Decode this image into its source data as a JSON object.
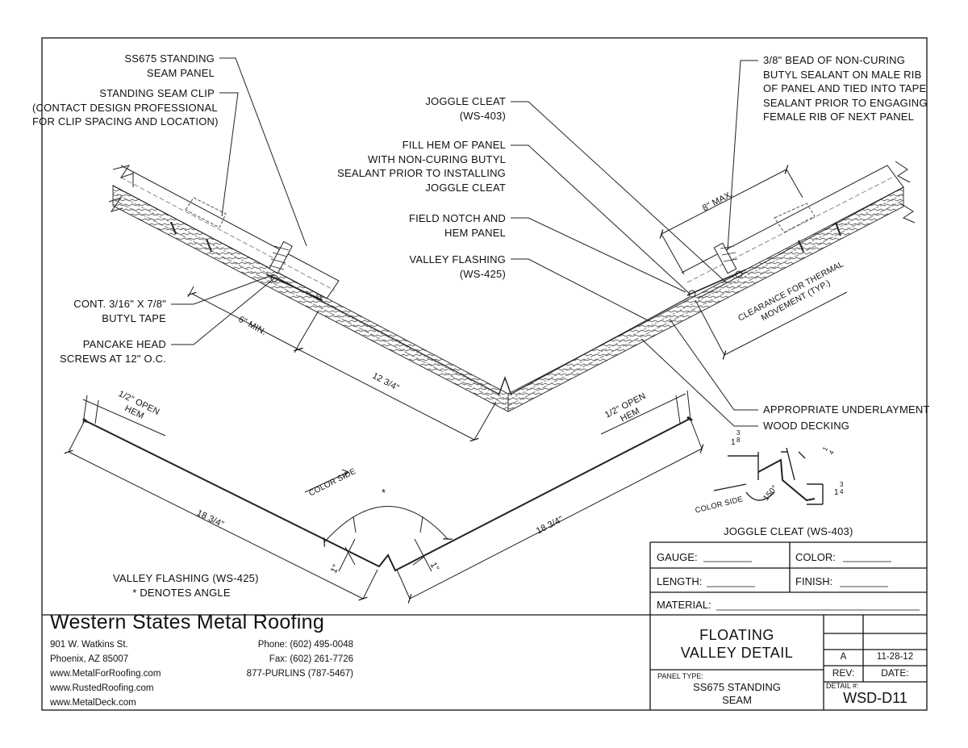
{
  "labels": {
    "ss675_panel": "SS675 STANDING\nSEAM PANEL",
    "clip": "STANDING SEAM CLIP\n(CONTACT DESIGN PROFESSIONAL\nFOR CLIP SPACING AND LOCATION)",
    "butyl_tape": "CONT. 3/16\" X 7/8\"\nBUTYL TAPE",
    "pancake": "PANCAKE HEAD\nSCREWS AT 12\" O.C.",
    "joggle_cleat": "JOGGLE CLEAT\n(WS-403)",
    "fill_hem": "FILL HEM OF PANEL\nWITH NON-CURING BUTYL\nSEALANT PRIOR TO INSTALLING\nJOGGLE CLEAT",
    "field_notch": "FIELD NOTCH AND\nHEM PANEL",
    "valley_flashing": "VALLEY FLASHING\n(WS-425)",
    "bead": "3/8\" BEAD OF NON-CURING\nBUTYL SEALANT ON MALE RIB\nOF PANEL AND TIED INTO TAPE\nSEALANT PRIOR TO ENGAGING\nFEMALE RIB OF NEXT PANEL",
    "underlayment": "APPROPRIATE UNDERLAYMENT",
    "decking": "WOOD DECKING",
    "joggle_caption": "JOGGLE CLEAT (WS-403)",
    "valley_caption": "VALLEY FLASHING (WS-425)\n* DENOTES ANGLE"
  },
  "dimensions": {
    "six_min": "6\" MIN.",
    "twelve": "12 3/4\"",
    "eight_max": "8\" MAX.",
    "clearance": "CLEARANCE FOR THERMAL\nMOVEMENT (TYP.)",
    "half_open_hem": "1/2\" OPEN\nHEM",
    "eighteen": "18 3/4\"",
    "one_inch": "1\"",
    "color_side": "COLOR SIDE",
    "angle_star": "*",
    "cleat_13_8": "1",
    "cleat_13_8_frac": "3\n8",
    "cleat_quarter": "1\n4",
    "cleat_13_4": "1",
    "cleat_13_4_frac": "3\n4",
    "cleat_150": "150°",
    "cleat_inch": "\""
  },
  "spec_form": {
    "gauge": "GAUGE:",
    "color": "COLOR:",
    "length": "LENGTH:",
    "finish": "FINISH:",
    "material": "MATERIAL:"
  },
  "title_block": {
    "company": "Western States Metal Roofing",
    "address1": "901 W. Watkins St.",
    "address2": "Phoenix, AZ 85007",
    "web1": "www.MetalForRoofing.com",
    "web2": "www.RustedRoofing.com",
    "web3": "www.MetalDeck.com",
    "phone": "Phone: (602) 495-0048",
    "fax": "Fax: (602) 261-7726",
    "tollfree": "877-PURLINS (787-5467)",
    "title": "FLOATING\nVALLEY DETAIL",
    "panel_type_label": "PANEL TYPE:",
    "panel_type": "SS675 STANDING\nSEAM",
    "rev_value": "A",
    "date_value": "11-28-12",
    "rev_label": "REV:",
    "date_label": "DATE:",
    "detail_label": "DETAIL #:",
    "detail_number": "WSD-D11"
  }
}
